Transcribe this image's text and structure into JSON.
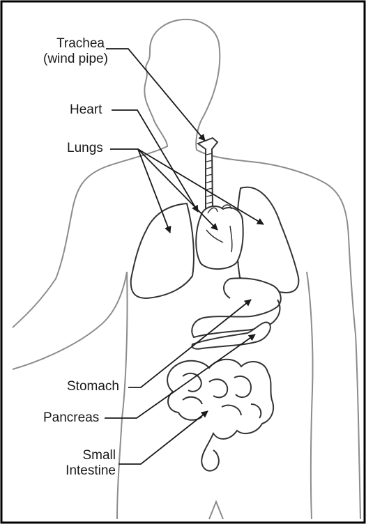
{
  "labels": {
    "trachea": [
      "Trachea",
      "(wind pipe)"
    ],
    "heart": "Heart",
    "lungs": "Lungs",
    "stomach": "Stomach",
    "pancreas": "Pancreas",
    "small_intestine": [
      "Small",
      "Intestine"
    ]
  },
  "colors": {
    "body_outline": "#8c8c8c",
    "organ_outline": "#333333",
    "leader_line": "#1a1a1a",
    "frame": "#000000"
  }
}
